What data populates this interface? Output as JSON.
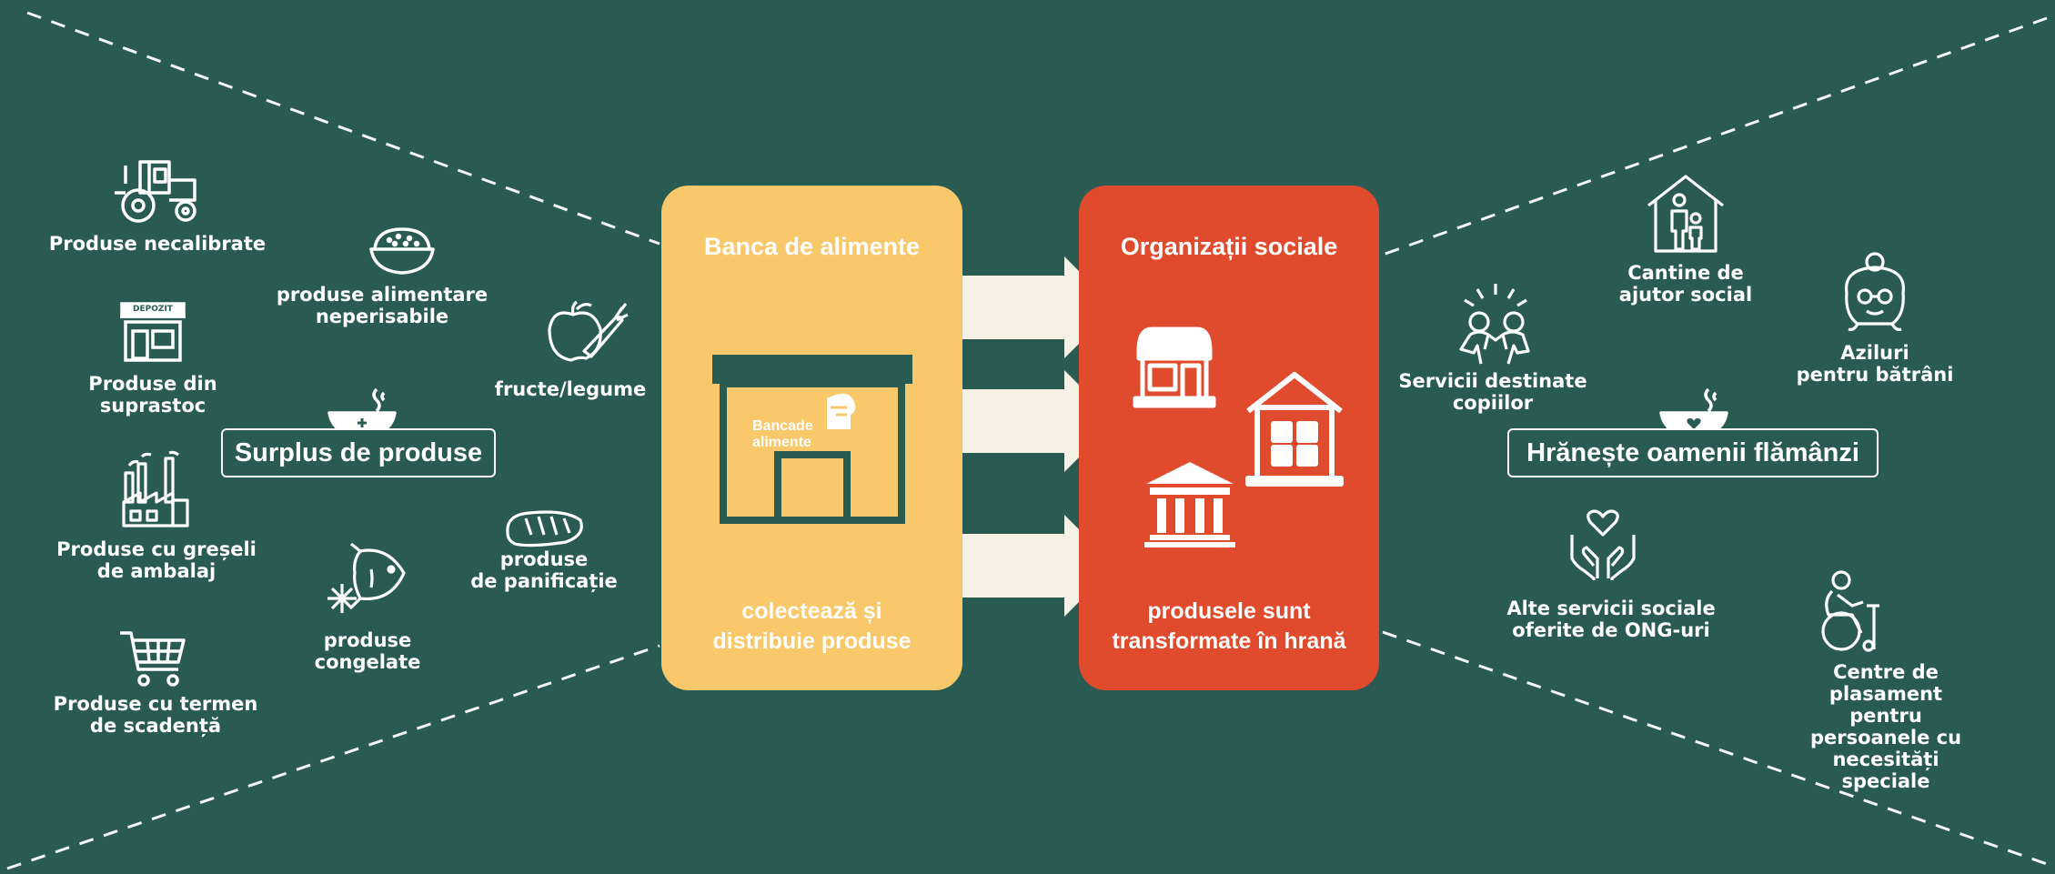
{
  "colors": {
    "background": "#2a5b52",
    "bank_panel": "#f9c86a",
    "org_panel": "#e04b2e",
    "arrow": "#f5f1e4",
    "line": "#ffffff"
  },
  "left": {
    "hub_label": "Surplus de produse",
    "items": [
      {
        "icon": "tractor-icon",
        "label": "Produse necalibrate"
      },
      {
        "icon": "warehouse-icon",
        "label": "Produse din\nsuprastoc",
        "sign": "DEPOZIT"
      },
      {
        "icon": "factory-icon",
        "label": "Produse cu greșeli\nde ambalaj"
      },
      {
        "icon": "shopping-cart-icon",
        "label": "Produse cu termen\nde scadență"
      },
      {
        "icon": "rice-bowl-icon",
        "label": "produse alimentare\nneperisabile"
      },
      {
        "icon": "fish-snowflake-icon",
        "label": "produse\ncongelate"
      },
      {
        "icon": "fruit-vegetable-icon",
        "label": "fructe/legume"
      },
      {
        "icon": "bread-icon",
        "label": "produse\nde panificație"
      }
    ]
  },
  "bank": {
    "title": "Banca de alimente",
    "sign": "Bancade\nalimente",
    "subtitle": "colectează și\ndistribuie produse"
  },
  "orgs": {
    "title": "Organizații sociale",
    "subtitle": "produsele sunt\ntransformate în hrană"
  },
  "right": {
    "hub_label": "Hrănește oamenii flămânzi",
    "items": [
      {
        "icon": "children-icon",
        "label": "Servicii destinate\ncopiilor"
      },
      {
        "icon": "family-house-icon",
        "label": "Cantine de\najutor social"
      },
      {
        "icon": "elderly-woman-icon",
        "label": "Aziluri\npentru bătrâni"
      },
      {
        "icon": "heart-hands-icon",
        "label": "Alte servicii sociale\noferite de ONG-uri"
      },
      {
        "icon": "wheelchair-icon",
        "label": "Centre de plasament\npentru persoanele cu\nnecesități speciale"
      }
    ]
  }
}
